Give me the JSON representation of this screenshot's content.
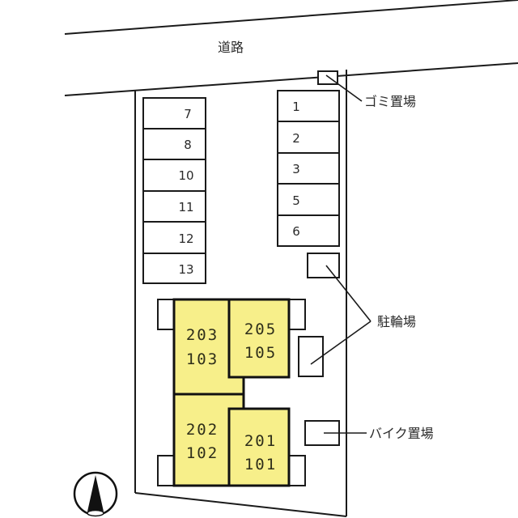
{
  "road": {
    "label": "道路"
  },
  "labels": {
    "garbage": "ゴミ置場",
    "bicycle": "駐輪場",
    "motorbike": "バイク置場"
  },
  "parking_left": [
    {
      "number": "7"
    },
    {
      "number": "8"
    },
    {
      "number": "10"
    },
    {
      "number": "11"
    },
    {
      "number": "12"
    },
    {
      "number": "13"
    }
  ],
  "parking_right": [
    {
      "number": "1"
    },
    {
      "number": "2"
    },
    {
      "number": "3"
    },
    {
      "number": "5"
    },
    {
      "number": "6"
    }
  ],
  "units": [
    {
      "upper": "203",
      "lower": "103"
    },
    {
      "upper": "205",
      "lower": "105"
    },
    {
      "upper": "202",
      "lower": "102"
    },
    {
      "upper": "201",
      "lower": "101"
    }
  ],
  "colors": {
    "unit_fill": "#f7ef8a",
    "line": "#1a1a1a"
  },
  "compass": {
    "icon": "north-arrow-icon"
  }
}
